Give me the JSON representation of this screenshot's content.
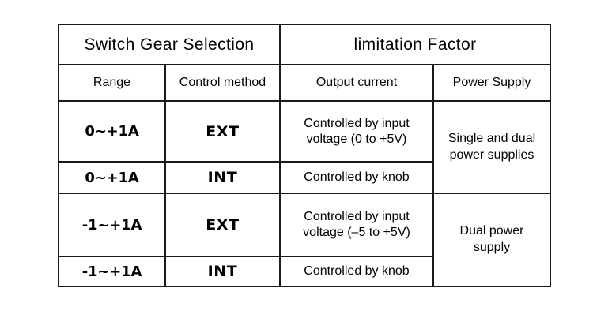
{
  "table": {
    "group_headers": [
      {
        "label": "Switch Gear Selection",
        "span": 2
      },
      {
        "label": "limitation Factor",
        "span": 2
      }
    ],
    "column_headers": [
      "Range",
      "Control method",
      "Output current",
      "Power Supply"
    ],
    "rows": [
      {
        "range": "0~+1A",
        "control_method": "EXT",
        "output_current_line1": "Controlled by input",
        "output_current_line2": "voltage (0 to +5V)",
        "power_supply_line1": "Single and dual",
        "power_supply_line2": "power supplies"
      },
      {
        "range": "0~+1A",
        "control_method": "INT",
        "output_current_line1": "Controlled by knob",
        "output_current_line2": ""
      },
      {
        "range": "-1~+1A",
        "control_method": "EXT",
        "output_current_line1": "Controlled by input",
        "output_current_line2": "voltage (–5 to +5V)",
        "power_supply_line1": "Dual power",
        "power_supply_line2": "supply"
      },
      {
        "range": "-1~+1A",
        "control_method": "INT",
        "output_current_line1": "Controlled by knob",
        "output_current_line2": ""
      }
    ]
  },
  "colors": {
    "page_background": "#ffffff",
    "border": "#1a1a1a",
    "text": "#000000"
  }
}
